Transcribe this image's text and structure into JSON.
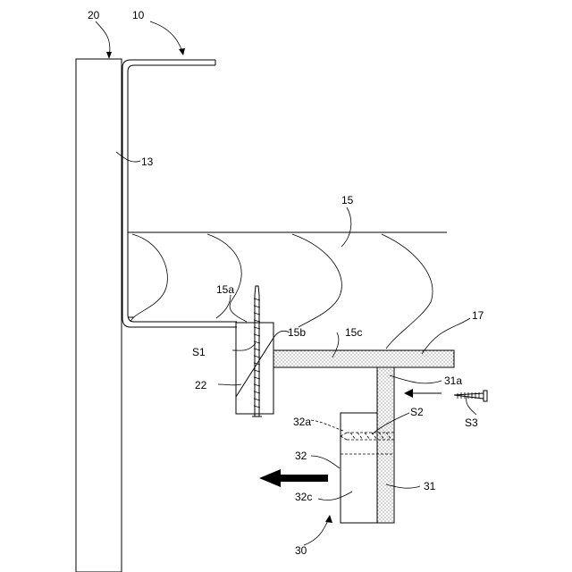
{
  "labels": {
    "l20": "20",
    "l10": "10",
    "l13": "13",
    "l15": "15",
    "l15a": "15a",
    "l15b": "15b",
    "l15c": "15c",
    "l17": "17",
    "lS1": "S1",
    "l22": "22",
    "l31a": "31a",
    "lS2": "S2",
    "lS3": "S3",
    "l32a": "32a",
    "l32": "32",
    "l32c": "32c",
    "l31": "31",
    "l30": "30"
  }
}
